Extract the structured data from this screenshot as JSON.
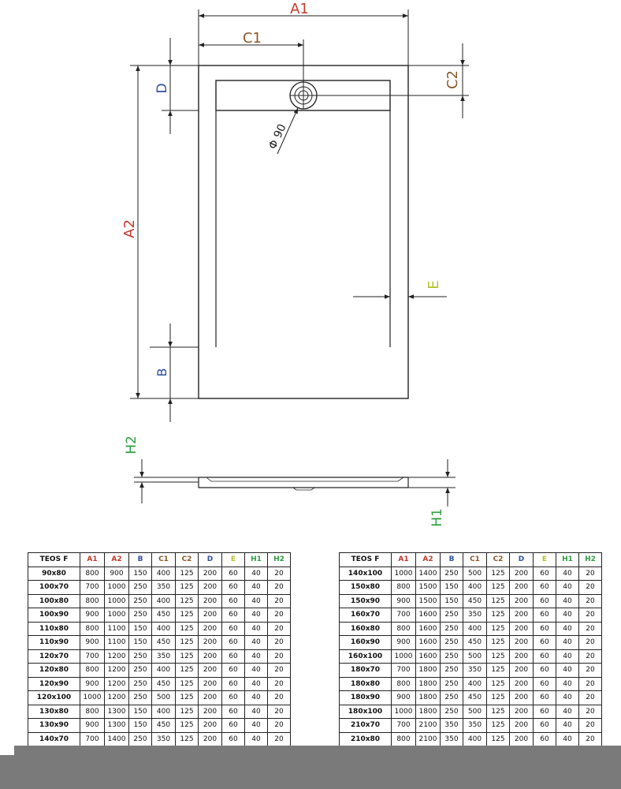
{
  "colors": {
    "A1": "#c0392b",
    "A2": "#c0392b",
    "B": "#2c4fa3",
    "C1": "#8a5a2b",
    "C2": "#8a5a2b",
    "D": "#2c4fa3",
    "E": "#b5c22a",
    "H1": "#2e9e3e",
    "H2": "#2e9e3e",
    "line": "#222222"
  },
  "drawing": {
    "labels": {
      "a1": "A1",
      "a2": "A2",
      "b": "B",
      "c1": "C1",
      "c2": "C2",
      "d": "D",
      "e": "E",
      "h1": "H1",
      "h2": "H2",
      "drain": "Φ 90"
    }
  },
  "tables": {
    "headers": [
      "TEOS F",
      "A1",
      "A2",
      "B",
      "C1",
      "C2",
      "D",
      "E",
      "H1",
      "H2"
    ],
    "left": [
      [
        "90x80",
        "800",
        "900",
        "150",
        "400",
        "125",
        "200",
        "60",
        "40",
        "20"
      ],
      [
        "100x70",
        "700",
        "1000",
        "250",
        "350",
        "125",
        "200",
        "60",
        "40",
        "20"
      ],
      [
        "100x80",
        "800",
        "1000",
        "250",
        "400",
        "125",
        "200",
        "60",
        "40",
        "20"
      ],
      [
        "100x90",
        "900",
        "1000",
        "250",
        "450",
        "125",
        "200",
        "60",
        "40",
        "20"
      ],
      [
        "110x80",
        "800",
        "1100",
        "150",
        "400",
        "125",
        "200",
        "60",
        "40",
        "20"
      ],
      [
        "110x90",
        "900",
        "1100",
        "150",
        "450",
        "125",
        "200",
        "60",
        "40",
        "20"
      ],
      [
        "120x70",
        "700",
        "1200",
        "250",
        "350",
        "125",
        "200",
        "60",
        "40",
        "20"
      ],
      [
        "120x80",
        "800",
        "1200",
        "250",
        "400",
        "125",
        "200",
        "60",
        "40",
        "20"
      ],
      [
        "120x90",
        "900",
        "1200",
        "250",
        "450",
        "125",
        "200",
        "60",
        "40",
        "20"
      ],
      [
        "120x100",
        "1000",
        "1200",
        "250",
        "500",
        "125",
        "200",
        "60",
        "40",
        "20"
      ],
      [
        "130x80",
        "800",
        "1300",
        "150",
        "400",
        "125",
        "200",
        "60",
        "40",
        "20"
      ],
      [
        "130x90",
        "900",
        "1300",
        "150",
        "450",
        "125",
        "200",
        "60",
        "40",
        "20"
      ],
      [
        "140x70",
        "700",
        "1400",
        "250",
        "350",
        "125",
        "200",
        "60",
        "40",
        "20"
      ]
    ],
    "right": [
      [
        "140x100",
        "1000",
        "1400",
        "250",
        "500",
        "125",
        "200",
        "60",
        "40",
        "20"
      ],
      [
        "150x80",
        "800",
        "1500",
        "150",
        "400",
        "125",
        "200",
        "60",
        "40",
        "20"
      ],
      [
        "150x90",
        "900",
        "1500",
        "150",
        "450",
        "125",
        "200",
        "60",
        "40",
        "20"
      ],
      [
        "160x70",
        "700",
        "1600",
        "250",
        "350",
        "125",
        "200",
        "60",
        "40",
        "20"
      ],
      [
        "160x80",
        "800",
        "1600",
        "250",
        "400",
        "125",
        "200",
        "60",
        "40",
        "20"
      ],
      [
        "160x90",
        "900",
        "1600",
        "250",
        "450",
        "125",
        "200",
        "60",
        "40",
        "20"
      ],
      [
        "160x100",
        "1000",
        "1600",
        "250",
        "500",
        "125",
        "200",
        "60",
        "40",
        "20"
      ],
      [
        "180x70",
        "700",
        "1800",
        "250",
        "350",
        "125",
        "200",
        "60",
        "40",
        "20"
      ],
      [
        "180x80",
        "800",
        "1800",
        "250",
        "400",
        "125",
        "200",
        "60",
        "40",
        "20"
      ],
      [
        "180x90",
        "900",
        "1800",
        "250",
        "450",
        "125",
        "200",
        "60",
        "40",
        "20"
      ],
      [
        "180x100",
        "1000",
        "1800",
        "250",
        "500",
        "125",
        "200",
        "60",
        "40",
        "20"
      ],
      [
        "210x70",
        "700",
        "2100",
        "350",
        "350",
        "125",
        "200",
        "60",
        "40",
        "20"
      ],
      [
        "210x80",
        "800",
        "2100",
        "350",
        "400",
        "125",
        "200",
        "60",
        "40",
        "20"
      ]
    ]
  }
}
